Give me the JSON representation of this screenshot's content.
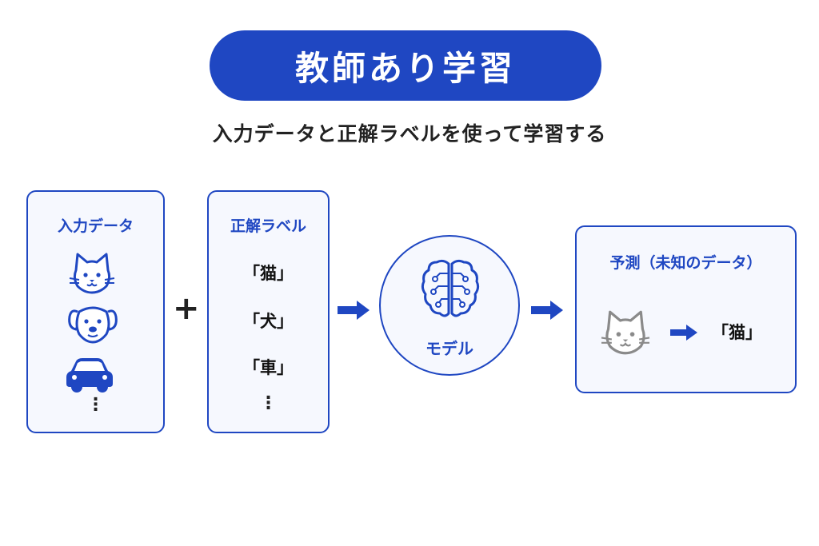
{
  "title": "教師あり学習",
  "subtitle": "入力データと正解ラベルを使って学習する",
  "input_card": {
    "title": "入力データ",
    "icons": [
      "cat-face-icon",
      "dog-face-icon",
      "car-icon"
    ],
    "more": "⋮"
  },
  "plus": "+",
  "label_card": {
    "title": "正解ラベル",
    "items": [
      "「猫」",
      "「犬」",
      "「車」"
    ],
    "more": "⋮"
  },
  "model": {
    "icon": "brain-circuit-icon",
    "label": "モデル"
  },
  "prediction_card": {
    "title": "予測（未知のデータ）",
    "input_icon": "cat-face-icon",
    "result": "「猫」"
  },
  "colors": {
    "accent": "#1f47c2",
    "card_bg": "#f6f8fe",
    "text": "#222222",
    "unknown_icon": "#8a8a8a"
  }
}
